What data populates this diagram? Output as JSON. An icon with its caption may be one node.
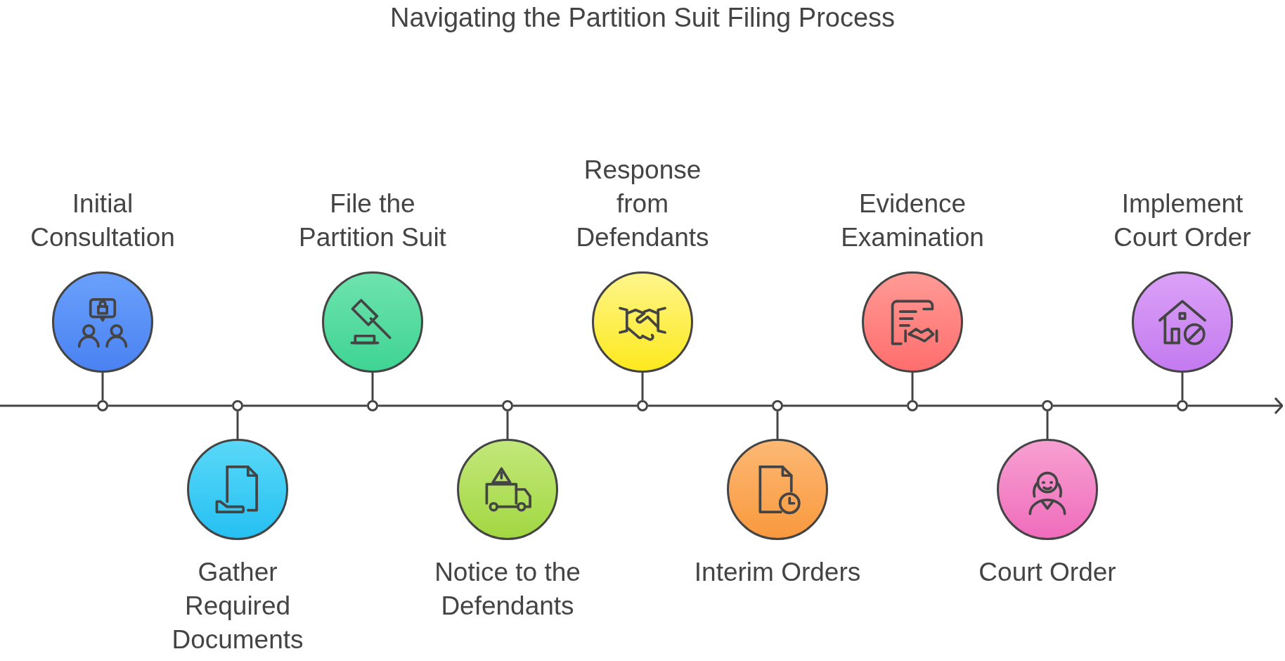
{
  "diagram": {
    "title": "Navigating the Partition Suit Filing Process",
    "nodes": [
      {
        "text": [
          "Initial Consultation"
        ]
      },
      {
        "text": [
          "Gather Required Documents"
        ]
      },
      {
        "text": [
          "File the Partition Suit"
        ]
      },
      {
        "text": [
          "Notice to the Defendants"
        ]
      },
      {
        "text": [
          "Response from Defendants"
        ]
      },
      {
        "text": [
          "Interim Orders"
        ]
      },
      {
        "text": [
          "Evidence Examination"
        ]
      },
      {
        "text": [
          "Court Order"
        ]
      },
      {
        "text": [
          "Implement Court Order"
        ]
      },
      {
        "text": [],
        "shape": "circle"
      },
      {
        "text": [],
        "shape": "circle"
      },
      {
        "text": [],
        "shape": "circle"
      },
      {
        "text": [],
        "shape": "circle"
      },
      {
        "text": [],
        "shape": "circle"
      },
      {
        "text": [],
        "shape": "circle"
      },
      {
        "text": [],
        "shape": "circle"
      },
      {
        "text": [],
        "shape": "circle"
      },
      {
        "text": [],
        "shape": "circle"
      }
    ],
    "edges": [
      {
        "from": 0,
        "to": 9,
        "arrow": "none"
      },
      {
        "from": 1,
        "to": 10,
        "arrow": "none"
      },
      {
        "from": 2,
        "to": 11,
        "arrow": "none"
      },
      {
        "from": 3,
        "to": 12,
        "arrow": "none"
      },
      {
        "from": 4,
        "to": 13,
        "arrow": "none"
      },
      {
        "from": 5,
        "to": 14,
        "arrow": "none"
      },
      {
        "from": 6,
        "to": 15,
        "arrow": "none"
      },
      {
        "from": 7,
        "to": 16,
        "arrow": "none"
      },
      {
        "from": 8,
        "to": 17,
        "arrow": "none"
      },
      {
        "from": null,
        "to": 9,
        "arrow": "none"
      },
      {
        "from": 9,
        "to": 10,
        "arrow": "none"
      },
      {
        "from": 10,
        "to": 11,
        "arrow": "none"
      },
      {
        "from": 11,
        "to": 12,
        "arrow": "none"
      },
      {
        "from": 12,
        "to": 13,
        "arrow": "none"
      },
      {
        "from": 13,
        "to": 14,
        "arrow": "none"
      },
      {
        "from": 14,
        "to": 15,
        "arrow": "none"
      },
      {
        "from": 15,
        "to": 16,
        "arrow": "none"
      },
      {
        "from": 16,
        "to": 17,
        "arrow": "none"
      },
      {
        "from": 17,
        "to": null,
        "arrow": "to"
      }
    ]
  }
}
